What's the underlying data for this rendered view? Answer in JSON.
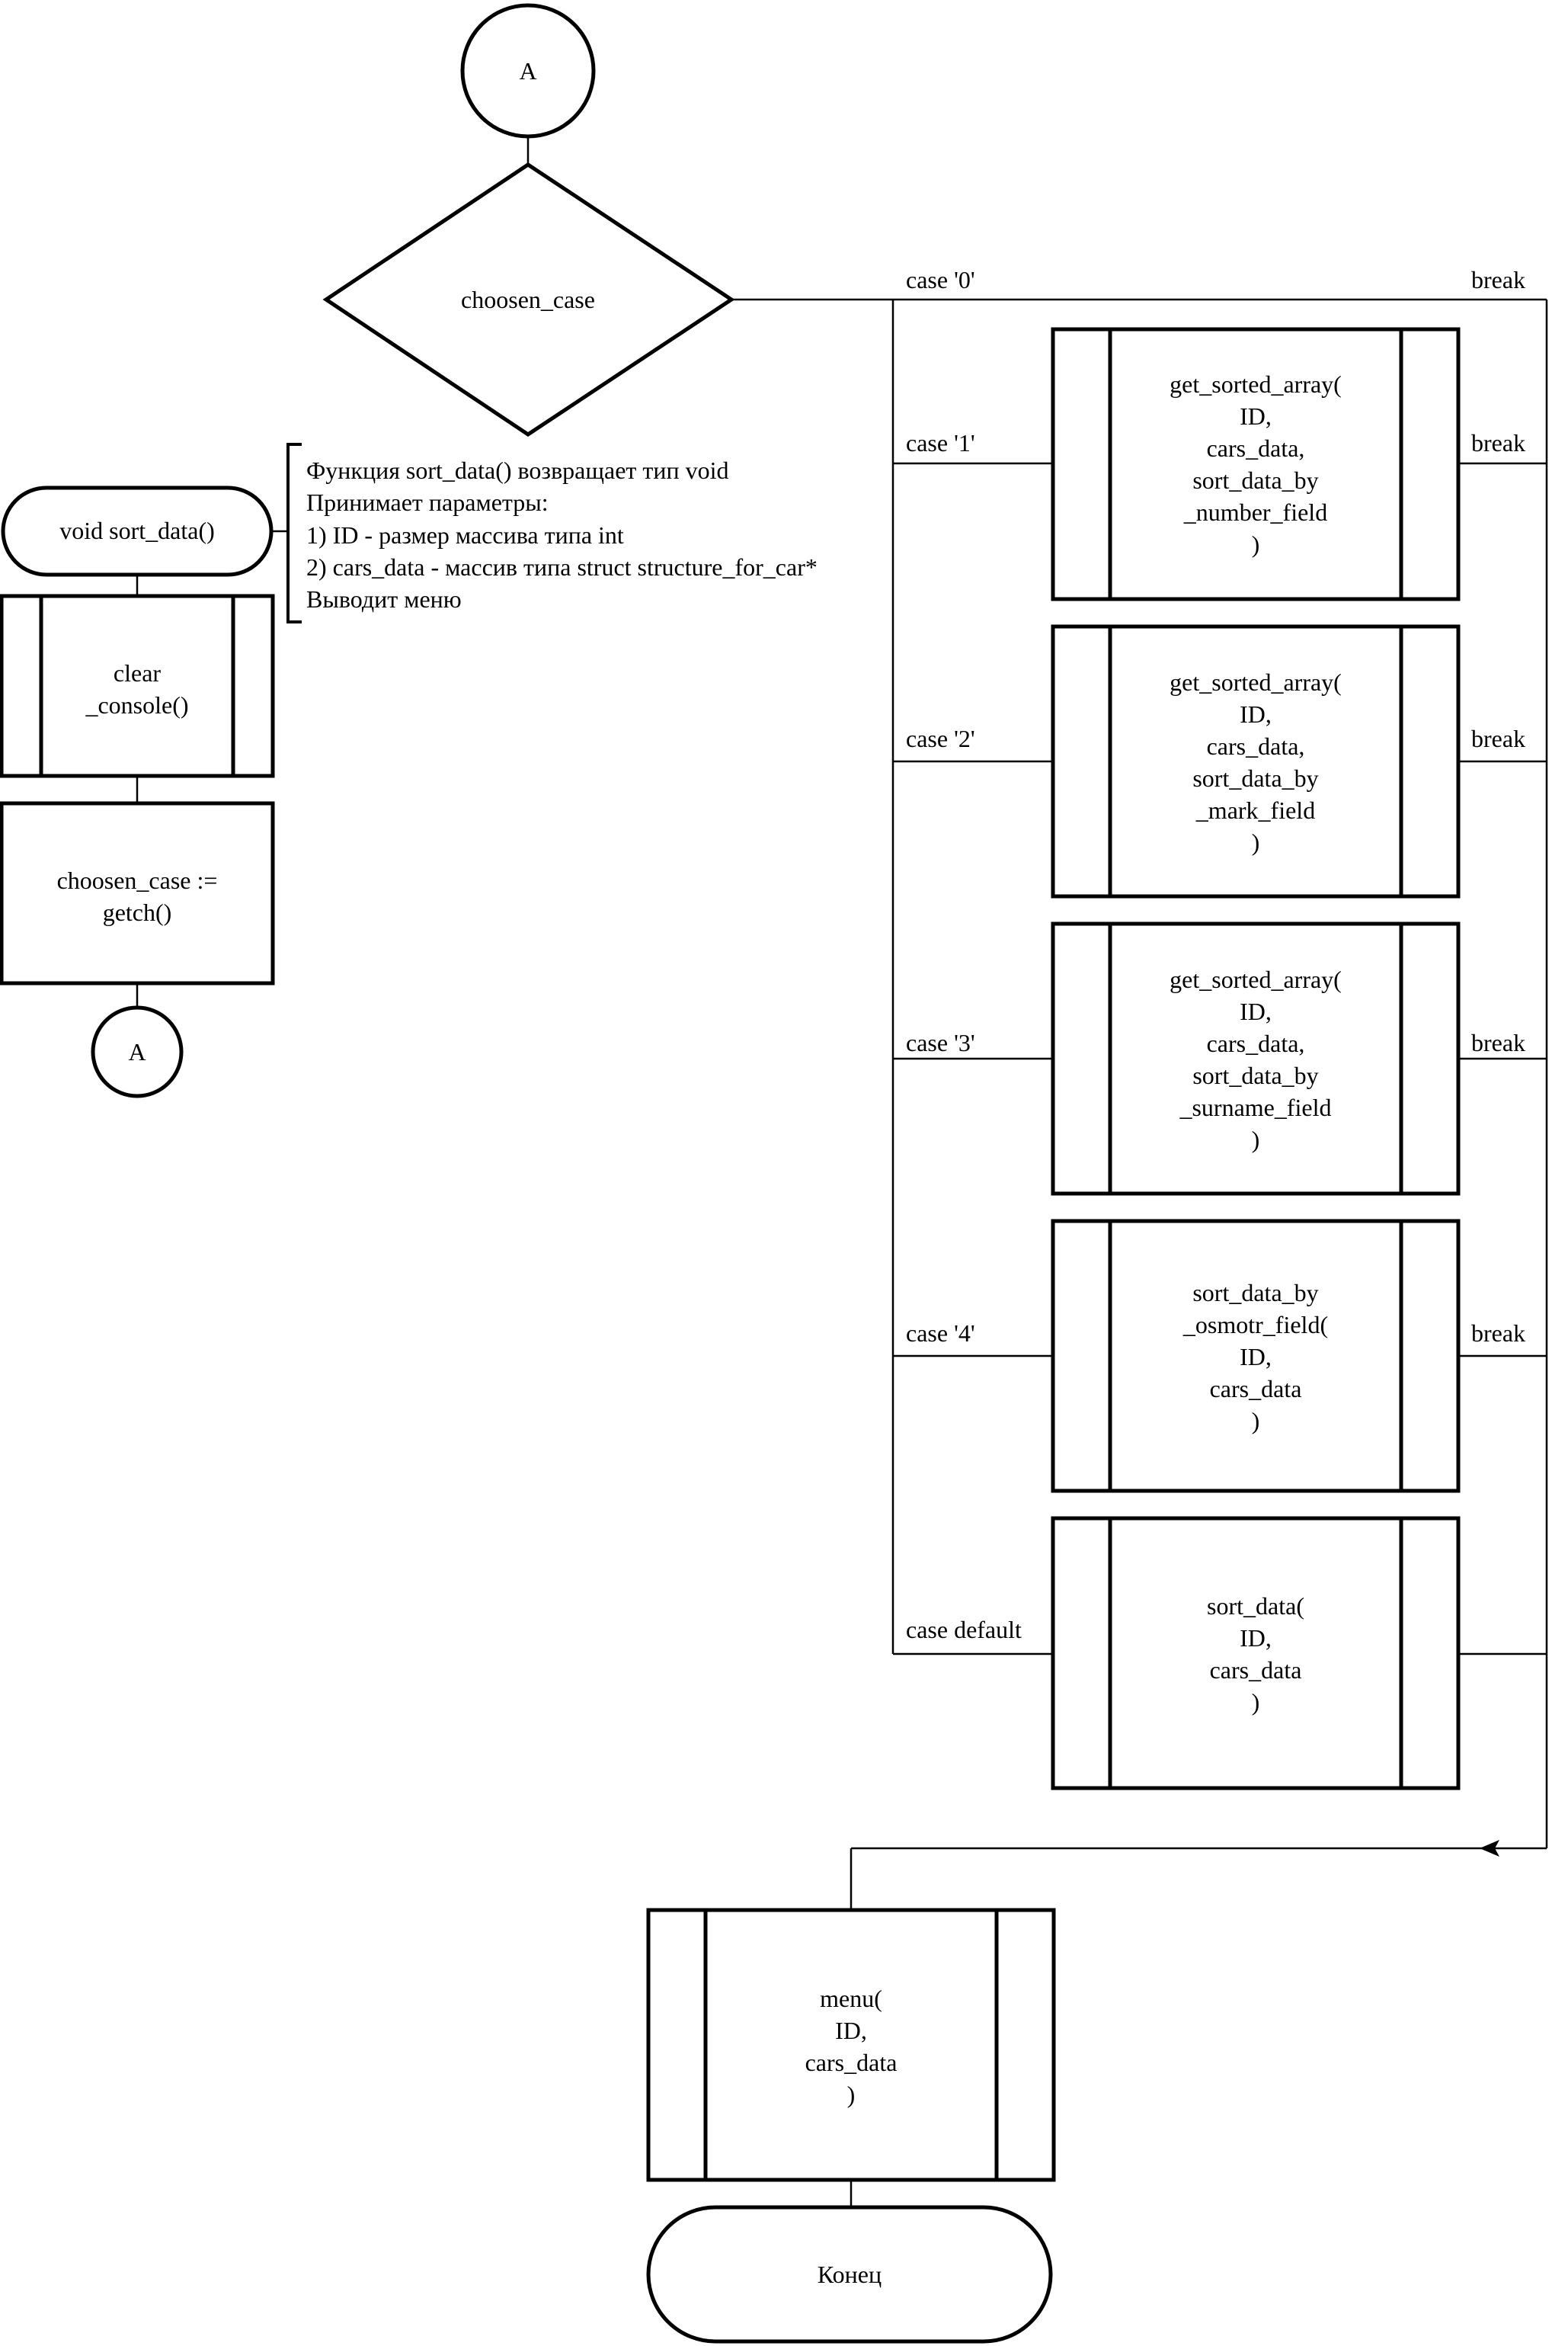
{
  "connectors": {
    "top": "A",
    "bottom": "A"
  },
  "start_terminal": "void sort_data()",
  "comment": [
    "Функция sort_data() возвращает тип void",
    "Принимает параметры:",
    "1) ID - размер массива типа int",
    "2) cars_data - массив типа struct structure_for_car*",
    "Выводит меню"
  ],
  "clear_console": [
    "clear",
    "_console()"
  ],
  "assign": [
    "choosen_case :=",
    "getch()"
  ],
  "decision": "choosen_case",
  "cases": [
    {
      "label": "case '0'",
      "break_label": "break",
      "call": []
    },
    {
      "label": "case '1'",
      "break_label": "break",
      "call": [
        "get_sorted_array(",
        "ID,",
        "cars_data,",
        "sort_data_by",
        "_number_field",
        ")"
      ]
    },
    {
      "label": "case '2'",
      "break_label": "break",
      "call": [
        "get_sorted_array(",
        "ID,",
        "cars_data,",
        "sort_data_by",
        "_mark_field",
        ")"
      ]
    },
    {
      "label": "case '3'",
      "break_label": "break",
      "call": [
        "get_sorted_array(",
        "ID,",
        "cars_data,",
        "sort_data_by",
        "_surname_field",
        ")"
      ]
    },
    {
      "label": "case '4'",
      "break_label": "break",
      "call": [
        "sort_data_by",
        "_osmotr_field(",
        "ID,",
        "cars_data",
        ")"
      ]
    },
    {
      "label": "case default",
      "break_label": "",
      "call": [
        "sort_data(",
        "ID,",
        "cars_data",
        ")"
      ]
    }
  ],
  "menu_call": [
    "menu(",
    "ID,",
    "cars_data",
    ")"
  ],
  "end_terminal": "Конец"
}
